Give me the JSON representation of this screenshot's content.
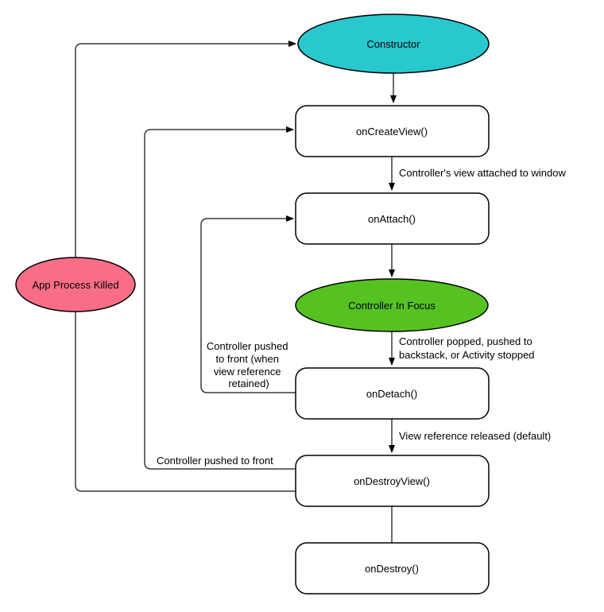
{
  "colors": {
    "background": "#ffffff",
    "constructor_fill": "#29c8ce",
    "in_focus_fill": "#55c222",
    "process_killed_fill": "#f96e87",
    "node_fill": "#ffffff",
    "node_stroke": "#000000",
    "edge_stroke": "#3a3a3a",
    "text": "#000000"
  },
  "nodes": {
    "constructor": "Constructor",
    "on_create_view": "onCreateView()",
    "on_attach": "onAttach()",
    "controller_in_focus": "Controller In Focus",
    "on_detach": "onDetach()",
    "on_destroy_view": "onDestroyView()",
    "on_destroy": "onDestroy()",
    "app_process_killed": "App Process Killed"
  },
  "edge_labels": {
    "view_attached": "Controller's view attached to window",
    "popped": [
      "Controller popped, pushed to",
      "backstack, or Activity stopped"
    ],
    "view_released": "View reference released (default)",
    "pushed_front_retained": [
      "Controller pushed",
      "to front (when",
      "view reference",
      "retained)"
    ],
    "pushed_front": "Controller pushed to front"
  }
}
